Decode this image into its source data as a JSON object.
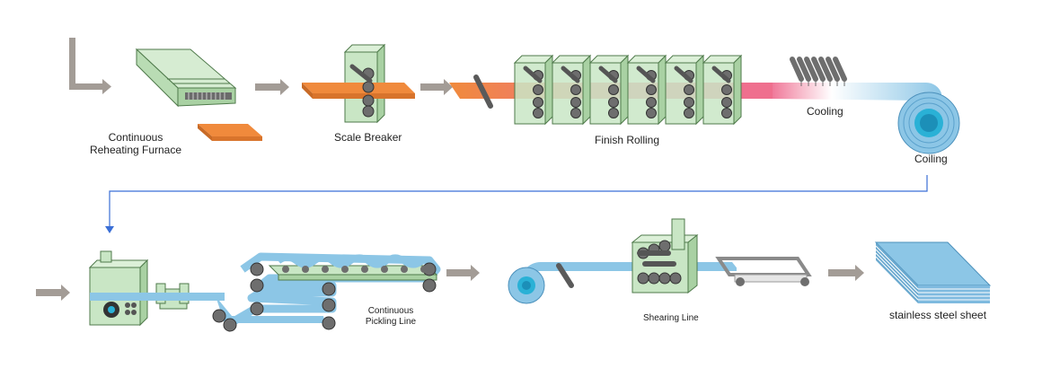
{
  "labels": {
    "reheating_furnace": [
      "Continuous",
      "Reheating Furnace"
    ],
    "scale_breaker": "Scale Breaker",
    "finish_rolling": "Finish Rolling",
    "cooling": "Cooling",
    "coiling": "Coiling",
    "pickling_line": [
      "Continuous",
      "Pickling Line"
    ],
    "shearing_line": "Shearing Line",
    "steel_sheet": "stainless steel sheet"
  },
  "colors": {
    "equipment_green": "#c9e6c5",
    "equipment_outline": "#4f7a4b",
    "slab_orange": "#f08a3c",
    "strip_blue": "#8cc6e6",
    "hot_pink": "#ef6f8e",
    "roller_gray": "#6e6e6e",
    "arrow_gray": "#a39c96",
    "flow_line_blue": "#3b6fd6"
  }
}
